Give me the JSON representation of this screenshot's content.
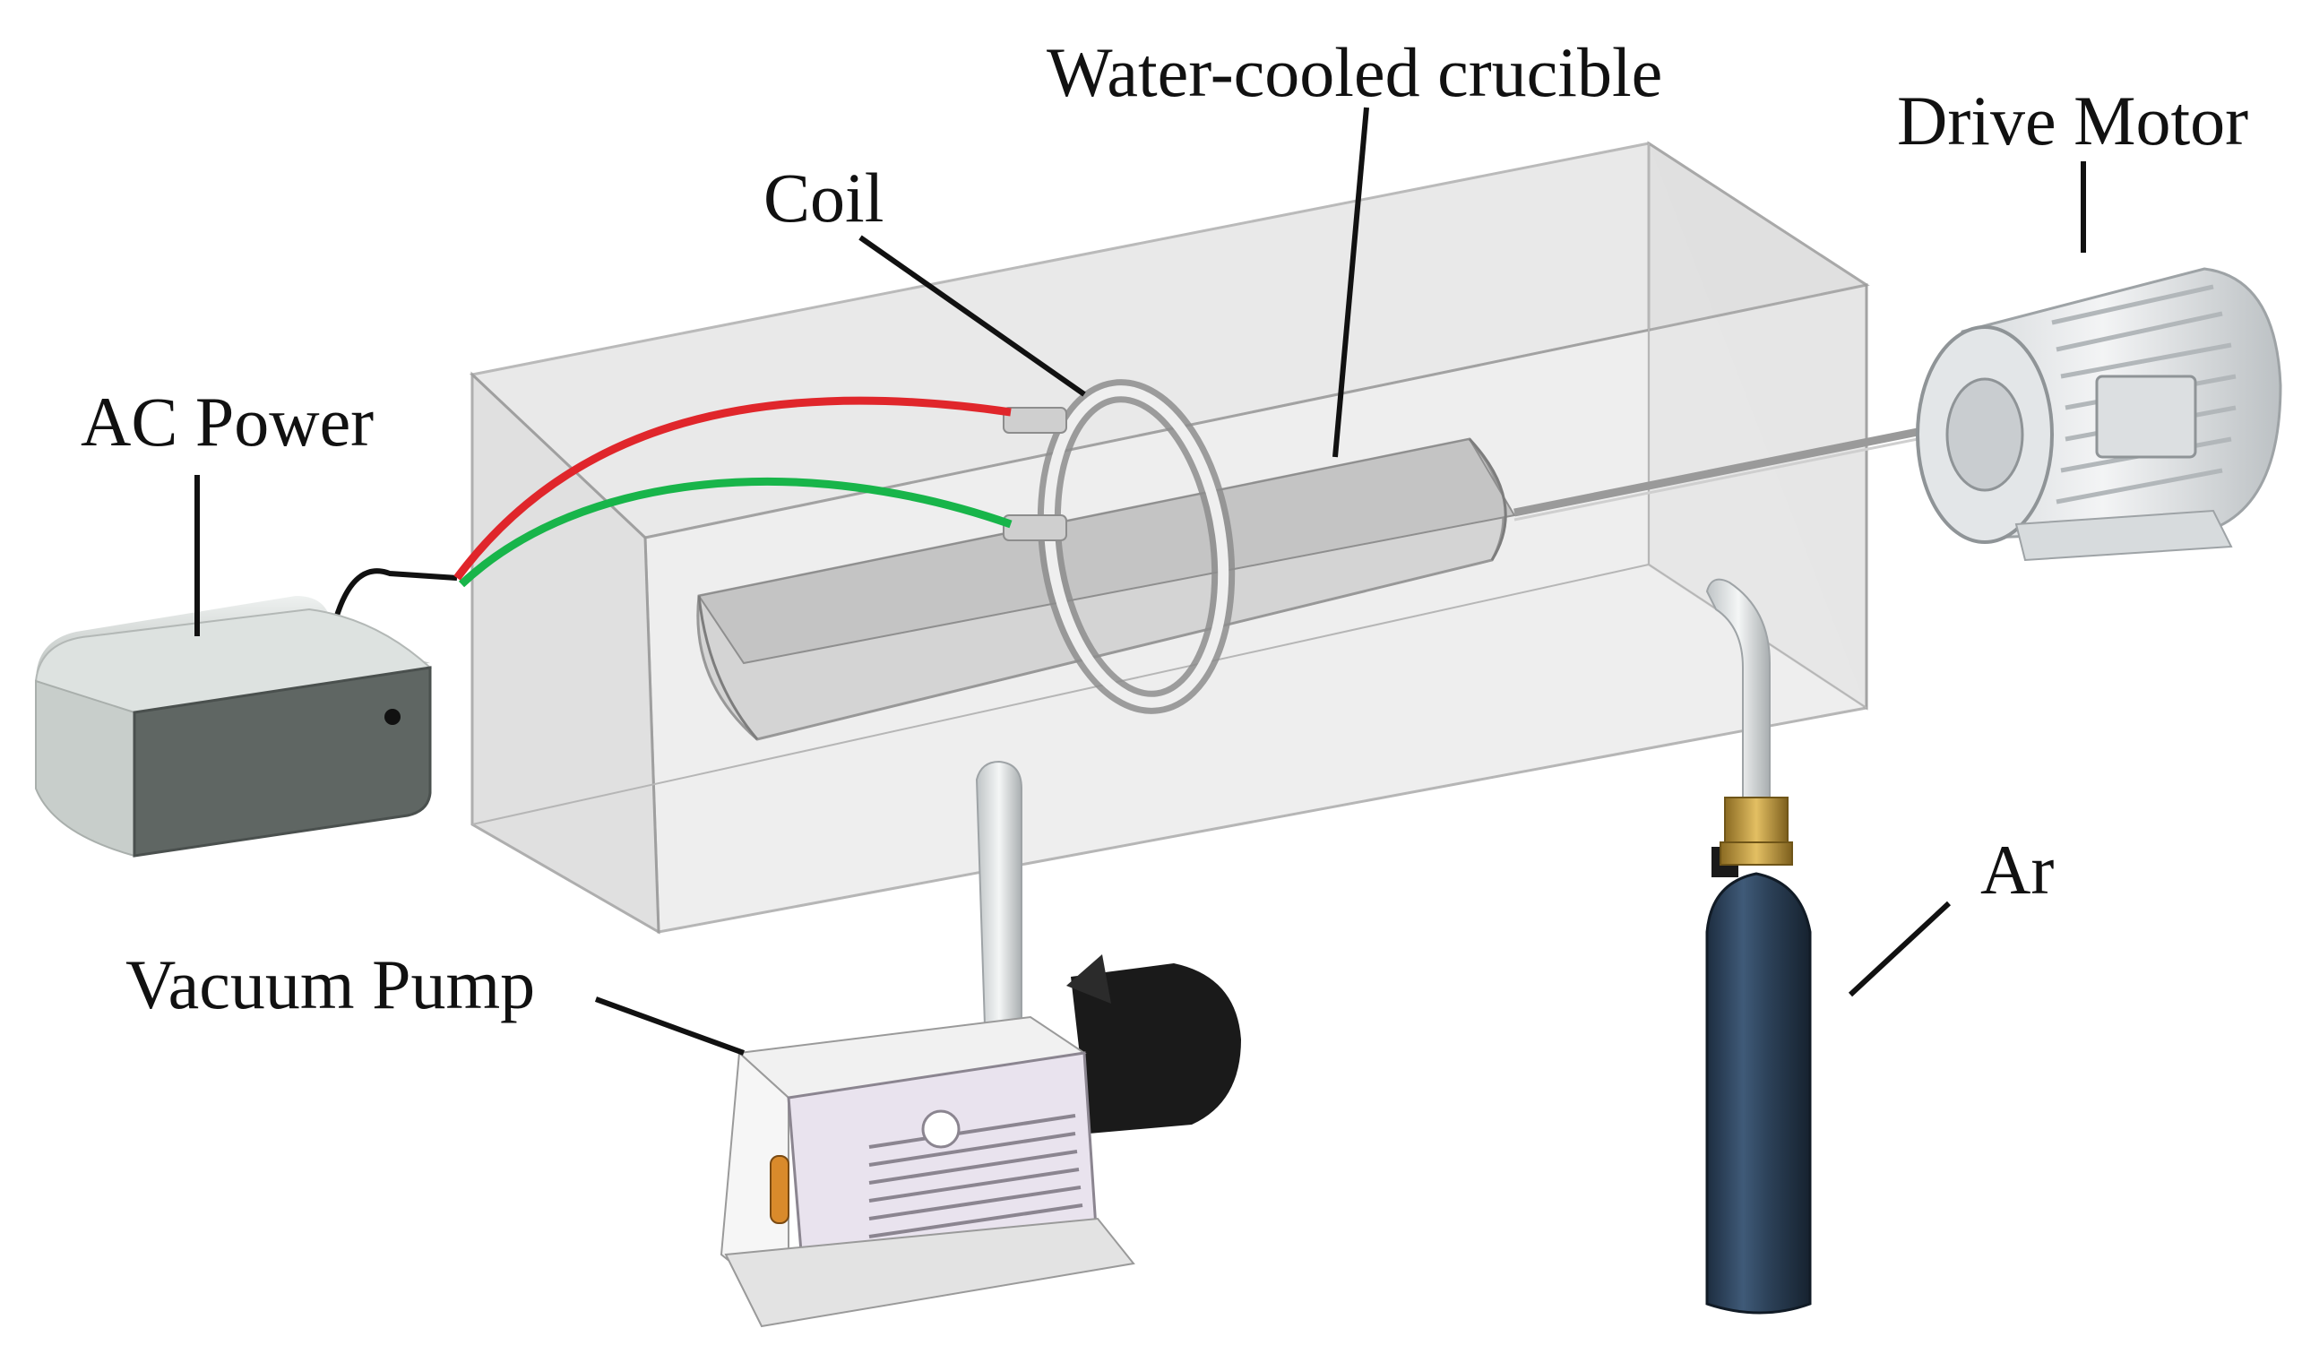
{
  "labels": {
    "water_cooled_crucible": "Water-cooled crucible",
    "drive_motor": "Drive Motor",
    "coil": "Coil",
    "ac_power": "AC Power",
    "vacuum_pump": "Vacuum Pump",
    "argon": "Ar"
  },
  "colors": {
    "chamber_fill": "#e4e4e4",
    "chamber_edge": "#9a9a9a",
    "crucible": "#d6d6d6",
    "red_wire": "#e0262b",
    "green_wire": "#18b54a",
    "power_box_front": "#5f6663",
    "power_box_top": "#d4d9d7",
    "cylinder": "#2c4158",
    "brass_valve": "#c49a3a",
    "pump_body": "#e9e3ee",
    "pump_motor": "#1a1a1a",
    "leader_line": "#111111"
  }
}
